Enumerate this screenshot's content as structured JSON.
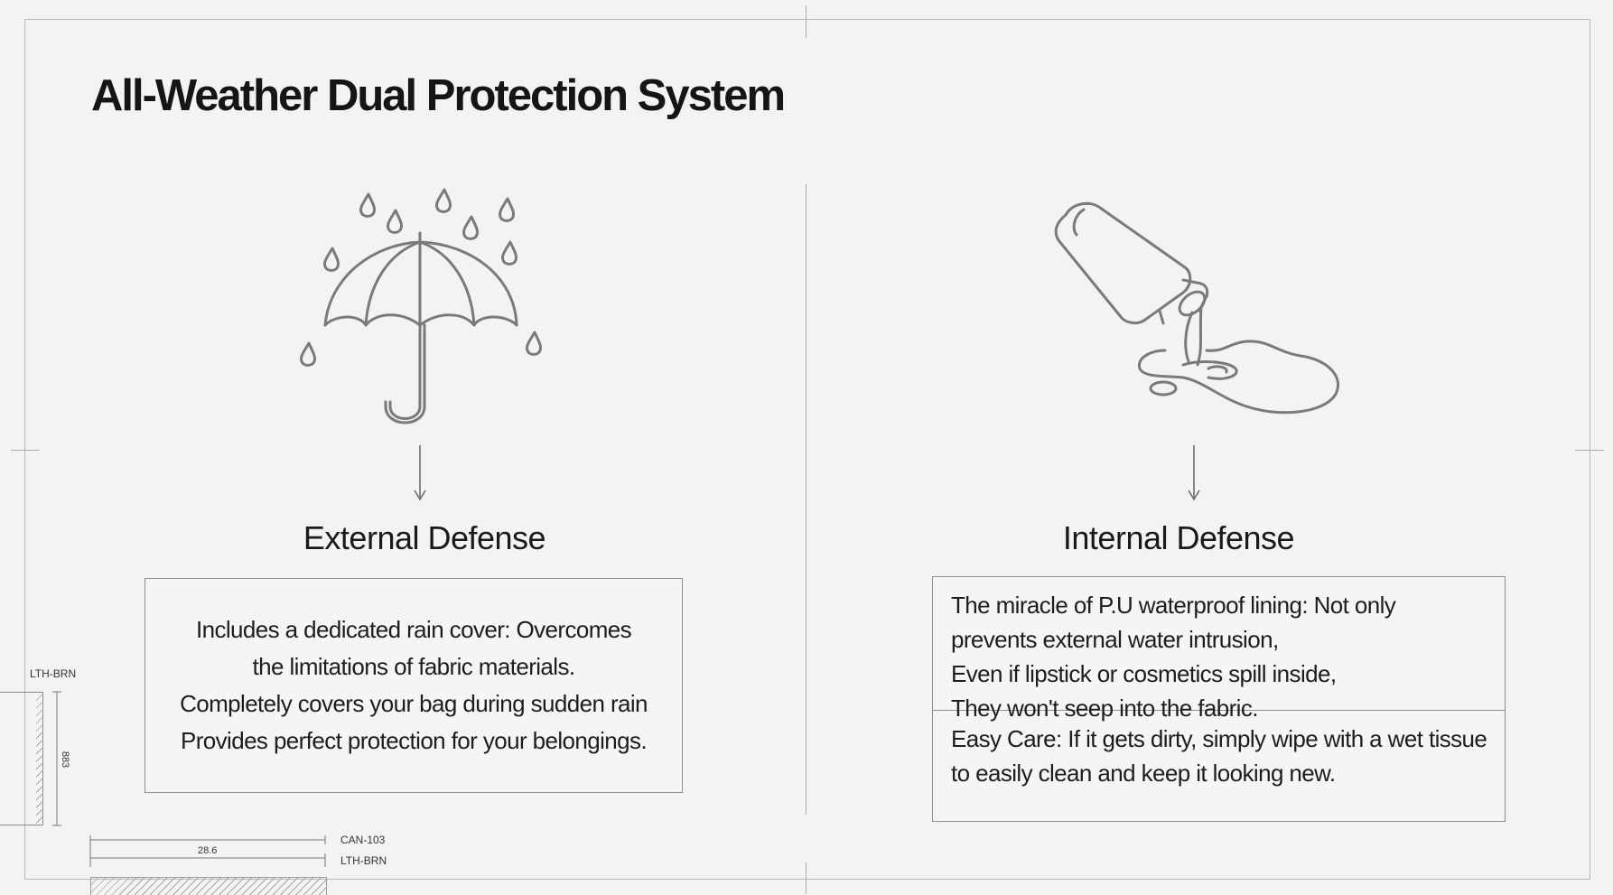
{
  "title": "All-Weather Dual Protection System",
  "left_panel": {
    "icon": "umbrella-rain-icon",
    "heading": "External Defense",
    "lines": [
      "Includes a dedicated rain cover: Overcomes",
      "the limitations of fabric materials.",
      "Completely covers your bag during sudden rain",
      "Provides perfect protection for your belongings."
    ]
  },
  "right_panel": {
    "icon": "spilled-bottle-icon",
    "heading": "Internal Defense",
    "section1": [
      "The miracle of P.U waterproof lining: Not only",
      "prevents external water intrusion,",
      "Even if lipstick or cosmetics spill inside,",
      "They won't seep into the fabric."
    ],
    "section2": [
      "Easy Care: If it gets dirty, simply wipe with a wet tissue",
      "to easily clean and keep it looking new."
    ]
  },
  "annotations": {
    "side_label": "LTH-BRN",
    "vertical_dim": "883",
    "horizontal_dim": "28.6",
    "code_1": "CAN-103",
    "code_2": "LTH-BRN"
  }
}
